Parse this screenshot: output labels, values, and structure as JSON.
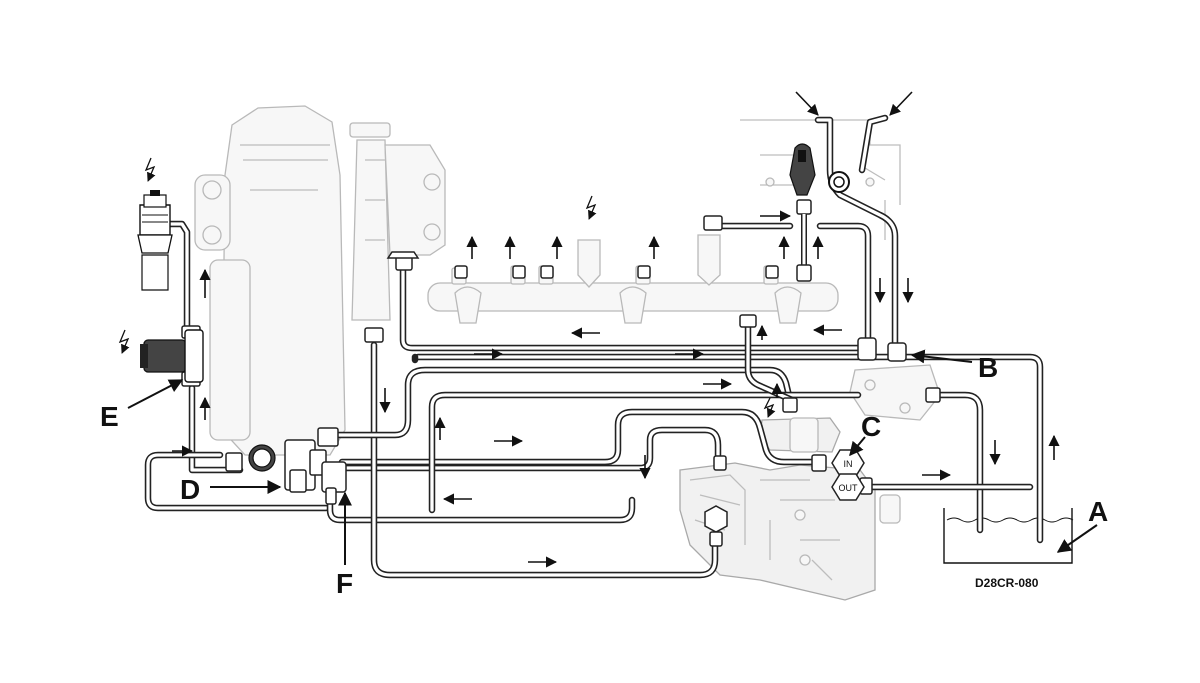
{
  "diagram": {
    "code": "D28CR-080",
    "labels": {
      "a": "A",
      "b": "B",
      "c": "C",
      "d": "D",
      "e": "E",
      "f": "F"
    },
    "port_in": "IN",
    "port_out": "OUT"
  }
}
